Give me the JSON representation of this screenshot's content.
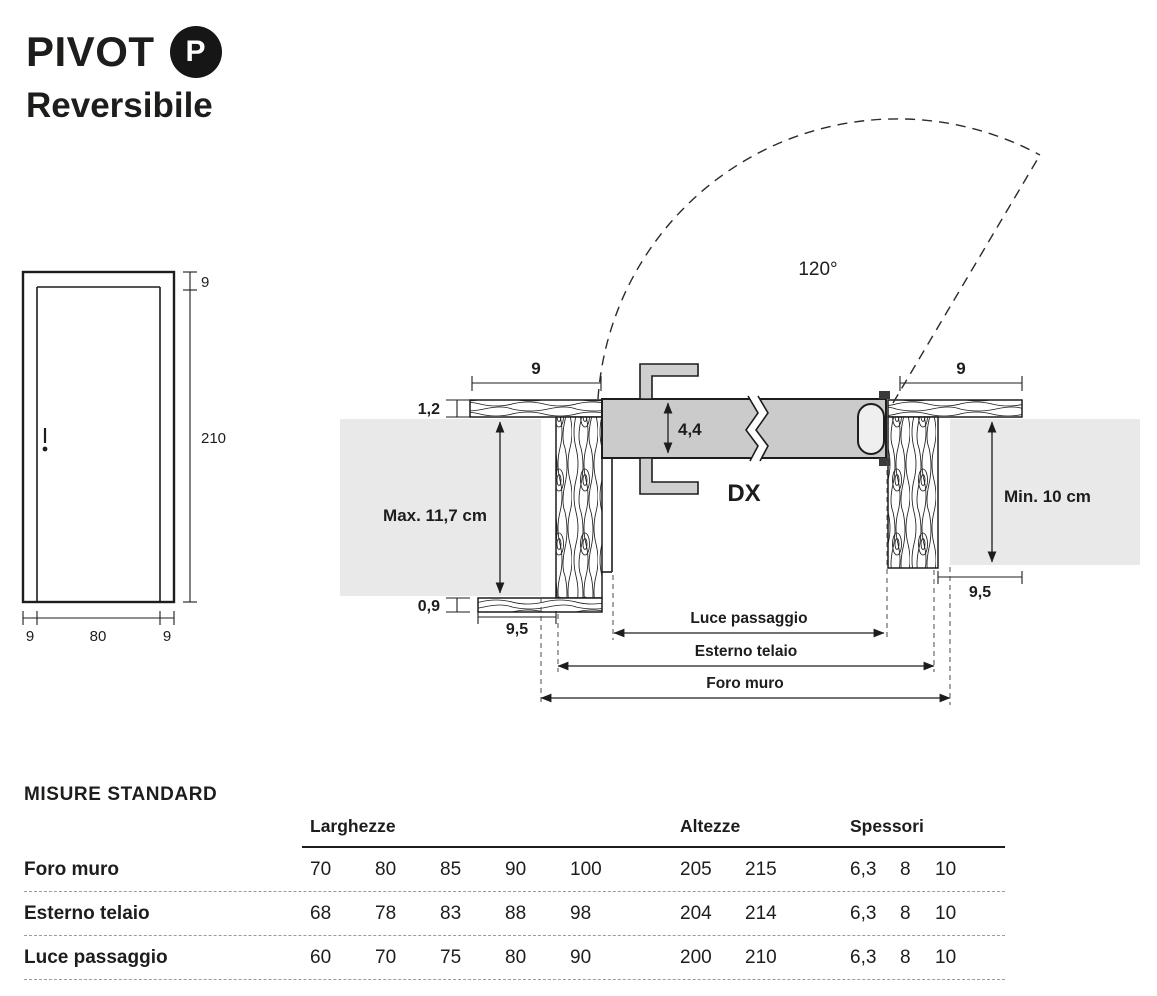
{
  "header": {
    "title": "PIVOT",
    "badge": "P",
    "subtitle": "Reversibile"
  },
  "elevation": {
    "frame_top": "9",
    "door_height": "210",
    "bottom_left": "9",
    "bottom_center": "80",
    "bottom_right": "9"
  },
  "section": {
    "swing_angle": "120°",
    "left_wall_width": "9",
    "right_wall_width": "9",
    "panel_top_thickness": "1,2",
    "leaf_thickness": "4,4",
    "panel_bottom_thickness": "0,9",
    "left_frame_depth": "9,5",
    "right_frame_depth": "9,5",
    "max_wall_label": "Max. 11,7 cm",
    "min_wall_label": "Min. 10 cm",
    "orientation": "DX",
    "dims": {
      "luce_passaggio": "Luce passaggio",
      "esterno_telaio": "Esterno telaio",
      "foro_muro": "Foro muro"
    }
  },
  "table": {
    "title": "MISURE STANDARD",
    "groups": {
      "larghezze": "Larghezze",
      "altezze": "Altezze",
      "spessori": "Spessori"
    },
    "rows": [
      {
        "label": "Foro muro",
        "larghezze": [
          "70",
          "80",
          "85",
          "90",
          "100"
        ],
        "altezze": [
          "205",
          "215"
        ],
        "spessori": [
          "6,3",
          "8",
          "10"
        ]
      },
      {
        "label": "Esterno telaio",
        "larghezze": [
          "68",
          "78",
          "83",
          "88",
          "98"
        ],
        "altezze": [
          "204",
          "214"
        ],
        "spessori": [
          "6,3",
          "8",
          "10"
        ]
      },
      {
        "label": "Luce passaggio",
        "larghezze": [
          "60",
          "70",
          "75",
          "80",
          "90"
        ],
        "altezze": [
          "200",
          "210"
        ],
        "spessori": [
          "6,3",
          "8",
          "10"
        ]
      }
    ]
  },
  "colors": {
    "ink": "#1d1d1b",
    "leaf_gray": "#cbcbcb",
    "plaster_gray": "#e9e9e9",
    "profile_gray": "#cfcfcf",
    "badge_black": "#161616"
  }
}
